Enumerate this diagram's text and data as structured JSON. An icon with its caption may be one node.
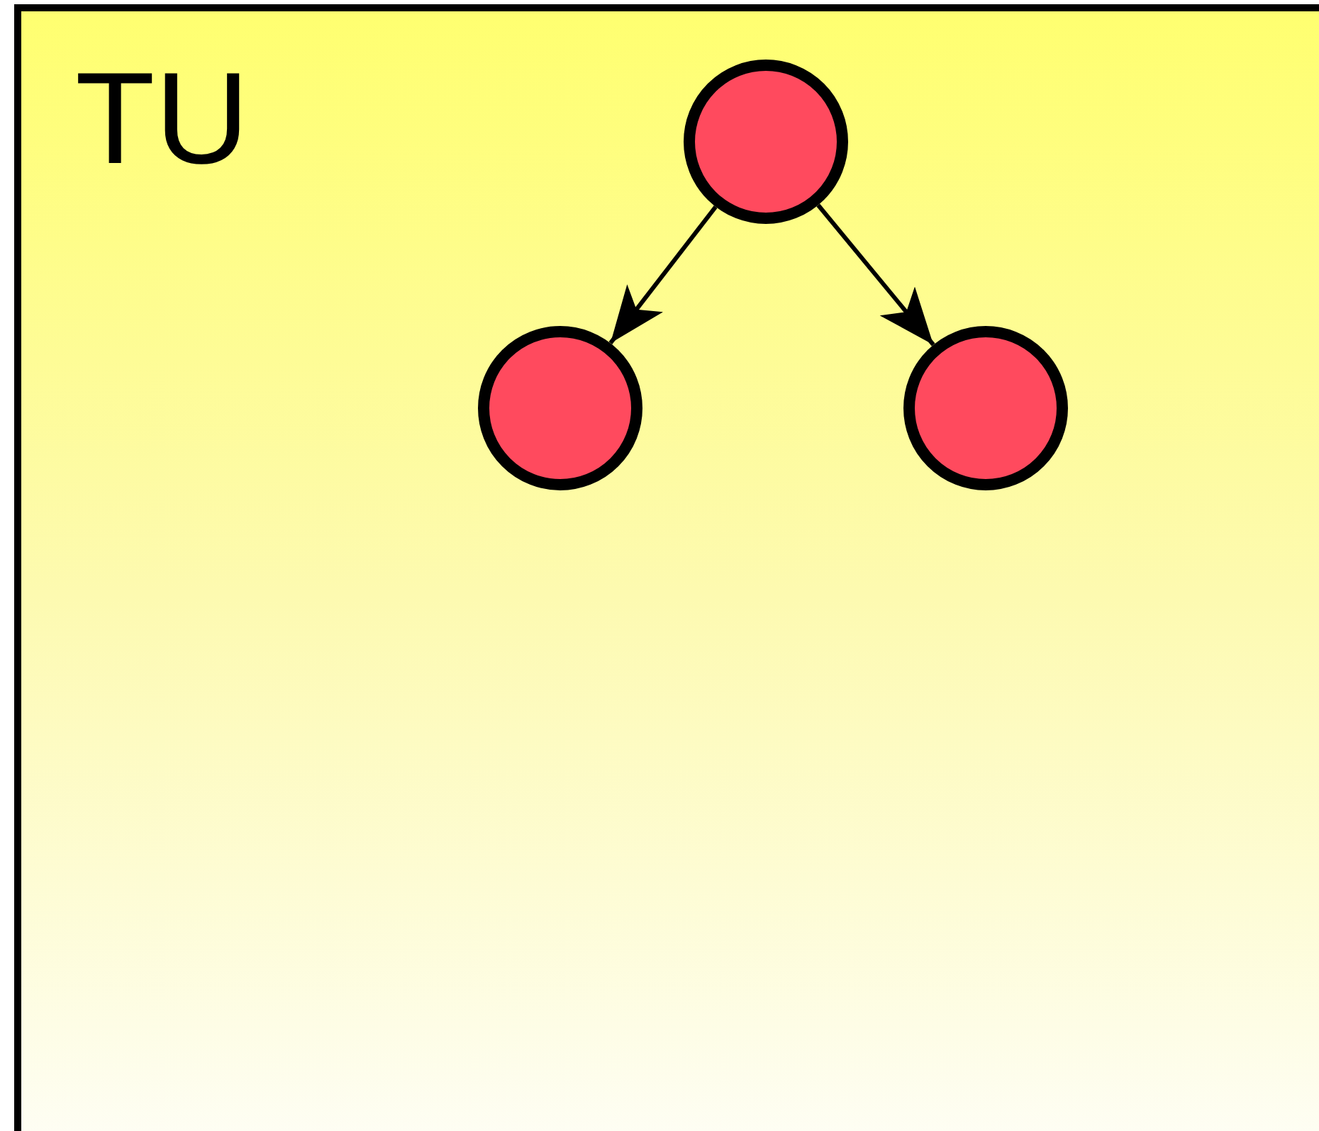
{
  "diagram": {
    "nodes": [
      {
        "text": [
          "TU"
        ]
      },
      {
        "text": [],
        "shape": "circle",
        "in": 0
      },
      {
        "text": [],
        "shape": "circle",
        "in": 0
      },
      {
        "text": [],
        "shape": "circle",
        "in": 0
      }
    ],
    "edges": [
      {
        "from": 1,
        "to": 2,
        "arrow": "to"
      },
      {
        "from": 1,
        "to": 3,
        "arrow": "to"
      }
    ]
  }
}
